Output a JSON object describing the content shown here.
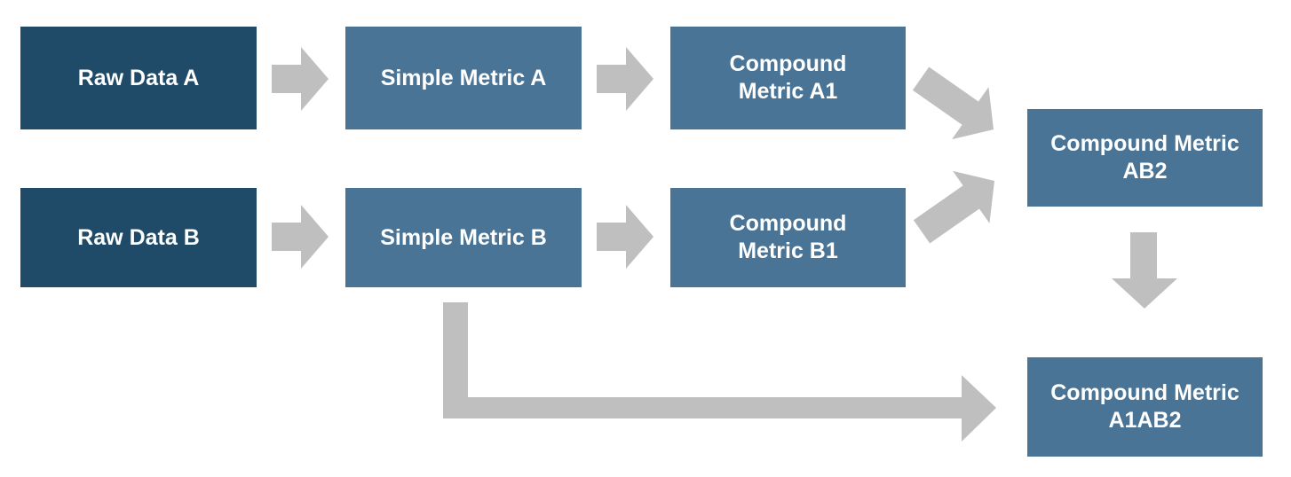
{
  "diagram": {
    "colors": {
      "raw_node": "#1F4A68",
      "metric_node": "#4A7495",
      "arrow": "#BFBFBF",
      "label_text": "#FFFFFF",
      "background": "#FFFFFF"
    },
    "nodes": {
      "raw_a": {
        "label": "Raw Data A"
      },
      "simple_a": {
        "label": "Simple Metric A"
      },
      "compound_a1": {
        "label": "Compound\nMetric A1"
      },
      "raw_b": {
        "label": "Raw Data B"
      },
      "simple_b": {
        "label": "Simple Metric B"
      },
      "compound_b1": {
        "label": "Compound\nMetric B1"
      },
      "compound_ab2": {
        "label": "Compound Metric\nAB2"
      },
      "compound_a1ab2": {
        "label": "Compound Metric\nA1AB2"
      }
    },
    "edges": [
      {
        "from": "Raw Data A",
        "to": "Simple Metric A"
      },
      {
        "from": "Simple Metric A",
        "to": "Compound Metric A1"
      },
      {
        "from": "Compound Metric A1",
        "to": "Compound Metric AB2"
      },
      {
        "from": "Raw Data B",
        "to": "Simple Metric B"
      },
      {
        "from": "Simple Metric B",
        "to": "Compound Metric B1"
      },
      {
        "from": "Compound Metric B1",
        "to": "Compound Metric AB2"
      },
      {
        "from": "Compound Metric AB2",
        "to": "Compound Metric A1AB2"
      },
      {
        "from": "Simple Metric B",
        "to": "Compound Metric A1AB2"
      }
    ]
  }
}
